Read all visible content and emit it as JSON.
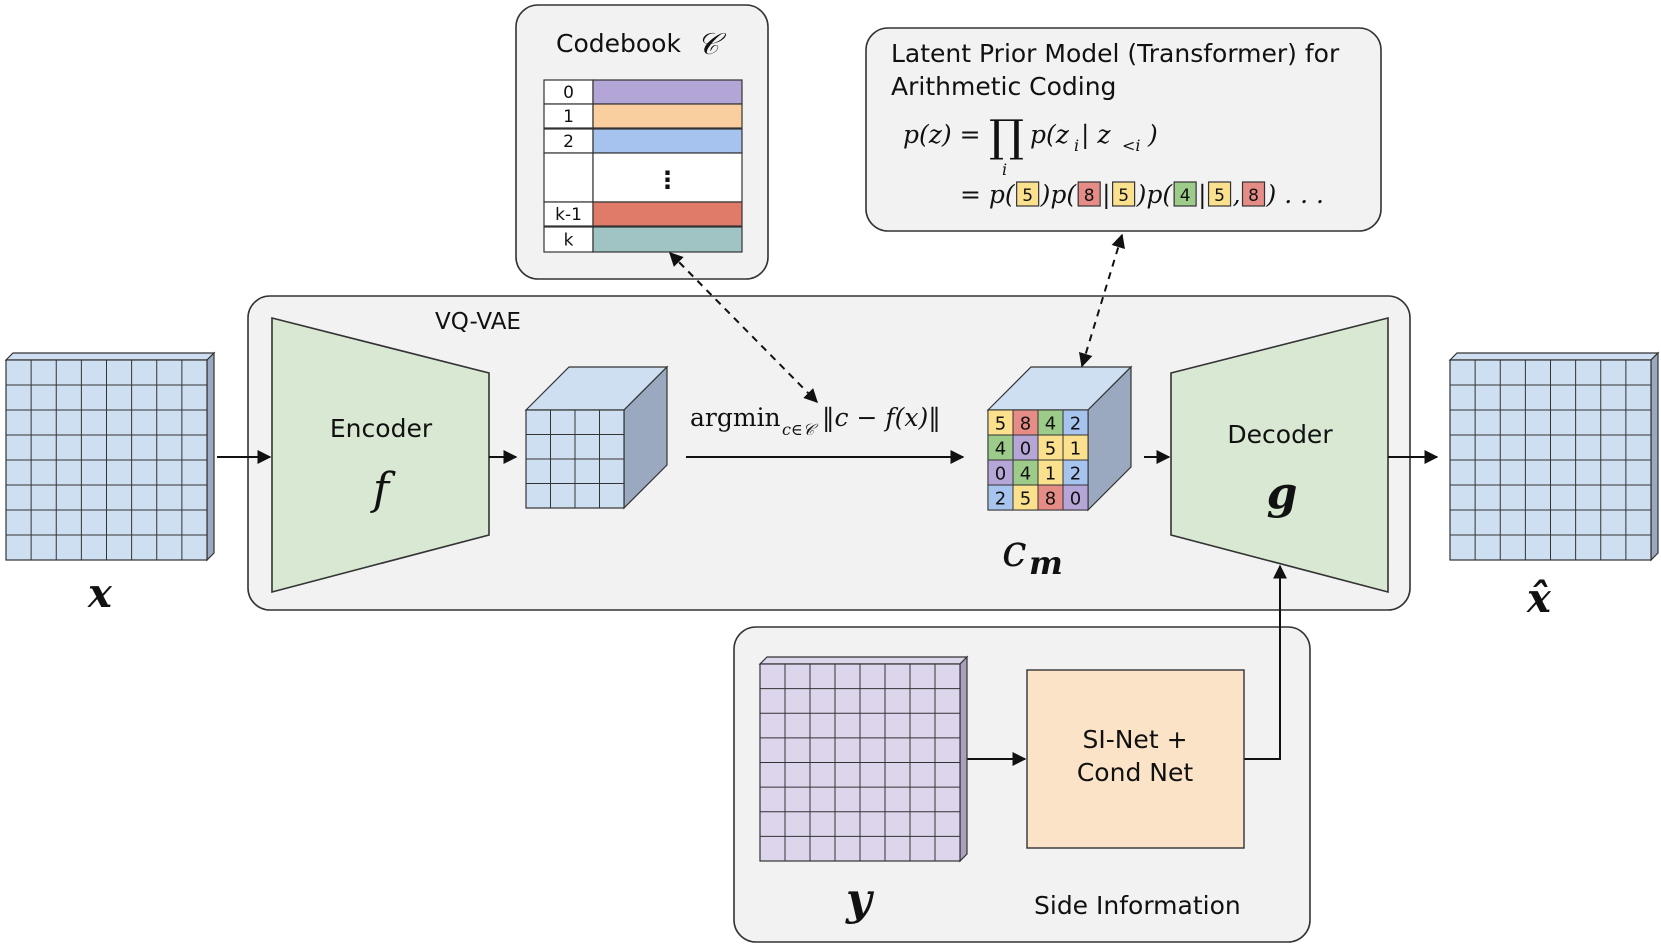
{
  "colors": {
    "panel_bg": "#f2f2f2",
    "image_blue": "#cfdff2",
    "image_side_blue": "#9aa9bf",
    "image_purple": "#ddd5ec",
    "image_side_purple": "#a8a0bd",
    "encoder_green": "#d8e8d2",
    "sinet_orange": "#fbe3c8",
    "code_yellow": "#fbe08e",
    "code_red": "#e58c86",
    "code_green": "#9ccb8a",
    "code_blue": "#a7c4ee",
    "code_purple": "#b6a6d8",
    "codebook_rows": [
      "#b3a6d6",
      "#f9cfa0",
      "#a6c3ef",
      "#ffffff",
      "#e07b69",
      "#a0c4c4"
    ]
  },
  "input_label": "x",
  "output_label": "x̂",
  "vqvae": {
    "title": "VQ-VAE",
    "encoder_label": "Encoder",
    "encoder_symbol": "f",
    "decoder_label": "Decoder",
    "decoder_symbol": "g",
    "quantize_text_main": "argmin",
    "quantize_text_sub": "c∈𝒞",
    "quantize_text_rest": "‖c − f(x)‖",
    "codes_label_main": "c",
    "codes_label_sub": "m",
    "code_grid": [
      [
        "5",
        "8",
        "4",
        "2"
      ],
      [
        "4",
        "0",
        "5",
        "1"
      ],
      [
        "0",
        "4",
        "1",
        "2"
      ],
      [
        "2",
        "5",
        "8",
        "0"
      ]
    ]
  },
  "codebook": {
    "title": "Codebook",
    "symbol": "𝒞",
    "indices": [
      "0",
      "1",
      "2",
      "",
      "k-1",
      "k"
    ],
    "ellipsis": "⋮"
  },
  "prior": {
    "title_line1": "Latent Prior Model (Transformer) for",
    "title_line2": "Arithmetic Coding",
    "eq1_lhs": "p(z) =",
    "eq1_prod": "∏",
    "eq1_prod_sub": "i",
    "eq1_rhs_a": "p(z",
    "eq1_rhs_sub_i": "i",
    "eq1_rhs_b": " | z",
    "eq1_rhs_sub_lt": "<i",
    "eq1_rhs_c": ")",
    "eq2_prefix": "= p(",
    "eq2_close": ")p(",
    "eq2_bar": "|",
    "eq2_comma": ",",
    "eq2_tail": ") . . .",
    "tokens": [
      "5",
      "8",
      "5",
      "4",
      "5",
      "8"
    ]
  },
  "side": {
    "title": "Side Information",
    "image_label": "y",
    "net_line1": "SI-Net +",
    "net_line2": "Cond Net"
  }
}
